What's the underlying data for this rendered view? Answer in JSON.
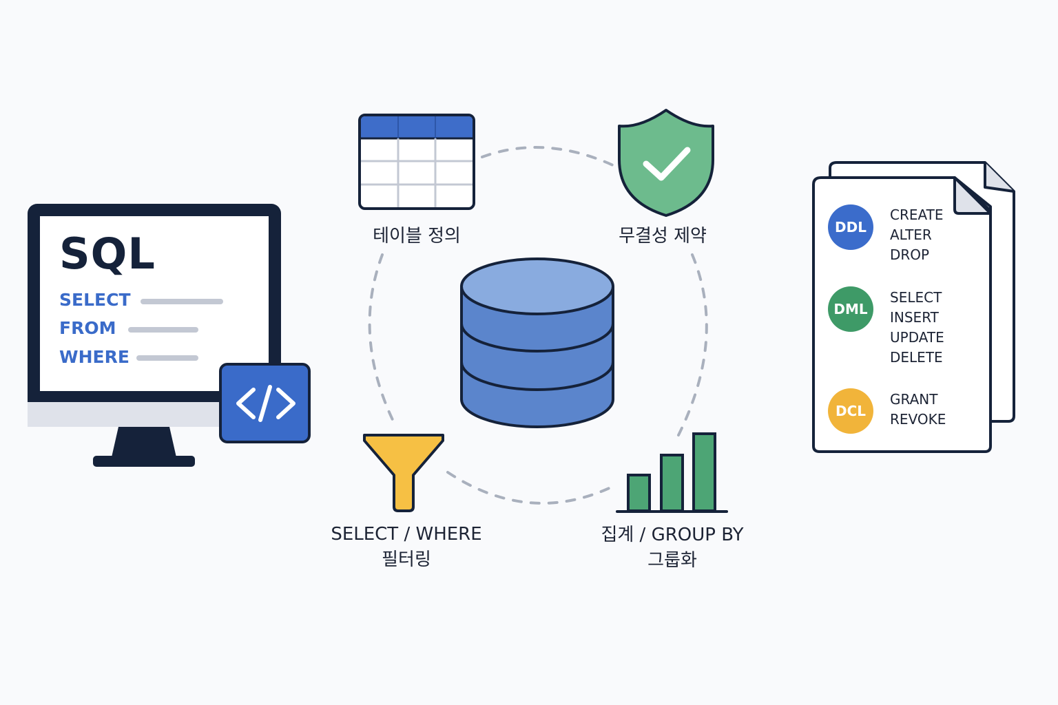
{
  "monitor": {
    "title": "SQL",
    "keywords": [
      "SELECT",
      "FROM",
      "WHERE"
    ],
    "code_icon": "code-brackets-icon"
  },
  "cycle": {
    "center_icon": "database-icon",
    "items": [
      {
        "icon": "table-grid-icon",
        "label": "테이블 정의"
      },
      {
        "icon": "shield-check-icon",
        "label": "무결성 제약"
      },
      {
        "icon": "funnel-filter-icon",
        "label_lines": [
          "SELECT / WHERE",
          "필터링"
        ]
      },
      {
        "icon": "bar-chart-icon",
        "label_lines": [
          "집계 / GROUP BY",
          "그룹화"
        ]
      }
    ]
  },
  "document": {
    "groups": [
      {
        "badge": "DDL",
        "color": "#3b6ccb",
        "commands": [
          "CREATE",
          "ALTER",
          "DROP"
        ]
      },
      {
        "badge": "DML",
        "color": "#3e9a67",
        "commands": [
          "SELECT",
          "INSERT",
          "UPDATE",
          "DELETE"
        ]
      },
      {
        "badge": "DCL",
        "color": "#f1b43a",
        "commands": [
          "GRANT",
          "REVOKE"
        ]
      }
    ]
  },
  "colors": {
    "navy": "#15223a",
    "blue": "#3b6ccb",
    "green": "#3e9a67",
    "yellow": "#f1b43a",
    "dashed_circle": "#a9b0bd"
  }
}
